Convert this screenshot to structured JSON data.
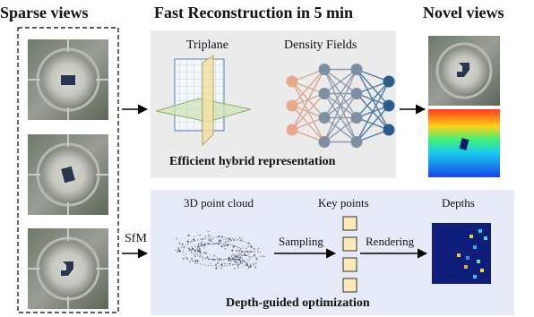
{
  "headers": {
    "sparse_views": "Sparse views",
    "fast_reconstruction": "Fast Reconstruction in 5 min",
    "novel_views": "Novel views"
  },
  "top_panel": {
    "triplane_label": "Triplane",
    "density_label": "Density Fields",
    "caption": "Efficient hybrid representation"
  },
  "bottom_panel": {
    "point_cloud_label": "3D point cloud",
    "key_points_label": "Key points",
    "depths_label": "Depths",
    "sampling_label": "Sampling",
    "rendering_label": "Rendering",
    "caption": "Depth-guided optimization"
  },
  "sfm_label": "SfM",
  "colors": {
    "top_panel_bg": "#ebebeb",
    "bottom_panel_bg": "#e6eaf6",
    "node_orange": "#e8a98b",
    "node_gray": "#7e8ea3",
    "node_blue": "#2c5d8a",
    "keypoint_fill": "#fde9b6",
    "depth_bg": "#0f1e78"
  },
  "network_layers": [
    3,
    4,
    4,
    3
  ]
}
